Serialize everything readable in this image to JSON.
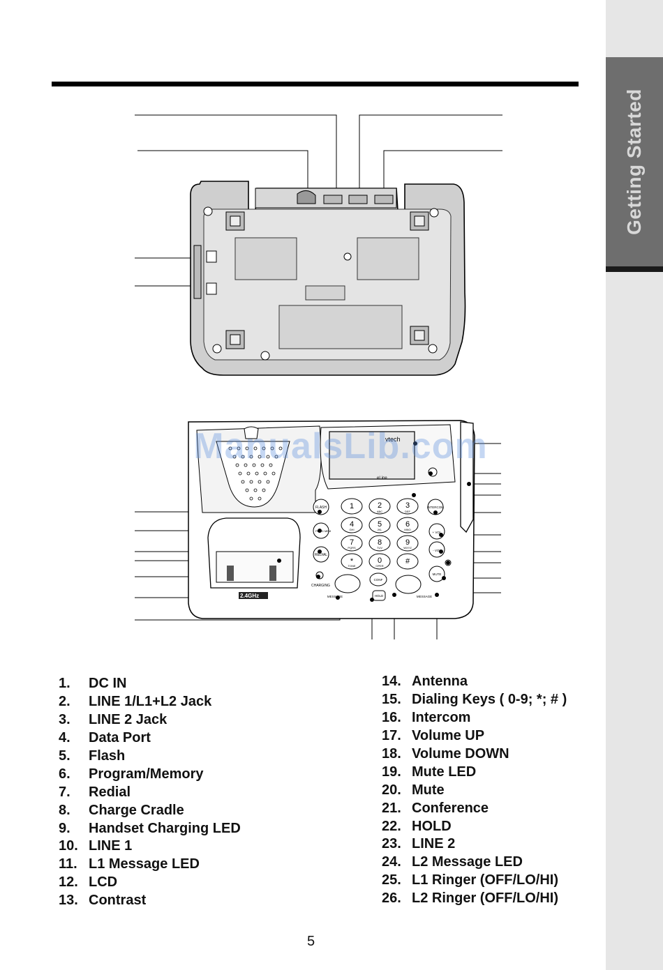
{
  "side_tab": {
    "label": "Getting Started"
  },
  "watermark": "ManualsLib.com",
  "legend_left": [
    {
      "num": "1.",
      "label": "DC IN"
    },
    {
      "num": "2.",
      "label": "LINE 1/L1+L2 Jack"
    },
    {
      "num": "3.",
      "label": "LINE 2 Jack"
    },
    {
      "num": "4.",
      "label": "Data Port"
    },
    {
      "num": "5.",
      "label": "Flash"
    },
    {
      "num": "6.",
      "label": "Program/Memory"
    },
    {
      "num": "7.",
      "label": "Redial"
    },
    {
      "num": "8.",
      "label": "Charge Cradle"
    },
    {
      "num": "9.",
      "label": "Handset Charging LED"
    },
    {
      "num": "10.",
      "label": "LINE 1"
    },
    {
      "num": "11.",
      "label": "L1 Message LED"
    },
    {
      "num": "12.",
      "label": "LCD"
    },
    {
      "num": "13.",
      "label": "Contrast"
    }
  ],
  "legend_right": [
    {
      "num": "14.",
      "label": "Antenna"
    },
    {
      "num": "15.",
      "label": "Dialing Keys ( 0-9; *; # )"
    },
    {
      "num": "16.",
      "label": "Intercom"
    },
    {
      "num": "17.",
      "label": "Volume UP"
    },
    {
      "num": "18.",
      "label": "Volume DOWN"
    },
    {
      "num": "19.",
      "label": "Mute LED"
    },
    {
      "num": "20.",
      "label": "Mute"
    },
    {
      "num": "21.",
      "label": "Conference"
    },
    {
      "num": "22.",
      "label": "HOLD"
    },
    {
      "num": "23.",
      "label": "LINE 2"
    },
    {
      "num": "24.",
      "label": "L2 Message LED"
    },
    {
      "num": "25.",
      "label": "L1 Ringer (OFF/LO/HI)"
    },
    {
      "num": "26.",
      "label": "L2 Ringer (OFF/LO/HI)"
    }
  ],
  "keypad": {
    "keys": [
      "1",
      "2",
      "3",
      "4",
      "5",
      "6",
      "7",
      "8",
      "9",
      "*",
      "0",
      "#"
    ],
    "letters": [
      "",
      "ABC",
      "DEF",
      "GHI",
      "JKL",
      "MNO",
      "PQRS",
      "TUV",
      "WXYZ",
      "TONE",
      "OPER",
      ""
    ],
    "side_buttons": [
      "FLASH",
      "PROG MEM",
      "REDIAL",
      "INTERCOM",
      "MUTE",
      "CONF",
      "HOLD"
    ],
    "vol_up": "+ VOL",
    "vol_down": "- VOL",
    "charging": "CHARGING",
    "message": "MESSAGE",
    "brand": "vtech",
    "eline": "eLine",
    "ghz": "2.4GHz"
  },
  "page_number": "5"
}
